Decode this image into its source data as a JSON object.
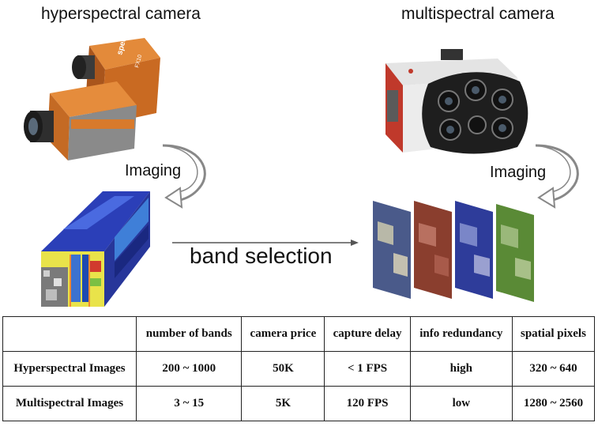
{
  "captions": {
    "hyperspectral": "hyperspectral camera",
    "multispectral": "multispectral camera"
  },
  "labels": {
    "imaging_left": "Imaging",
    "imaging_right": "Imaging",
    "band_selection": "band selection"
  },
  "camera_branding": {
    "brand": "specim",
    "model": "FX10"
  },
  "table": {
    "headers": [
      "",
      "number of bands",
      "camera price",
      "capture delay",
      "info redundancy",
      "spatial pixels"
    ],
    "rows": [
      [
        "Hyperspectral Images",
        "200 ~ 1000",
        "50K",
        "< 1 FPS",
        "high",
        "320 ~ 640"
      ],
      [
        "Multispectral Images",
        "3 ~ 15",
        "5K",
        "120 FPS",
        "low",
        "1280 ~ 2560"
      ]
    ]
  },
  "colors": {
    "specim_orange": "#d8782a",
    "band_blue": "#3a4fa8",
    "band_red": "#9a4a3a",
    "band_green": "#6c9a3a"
  }
}
